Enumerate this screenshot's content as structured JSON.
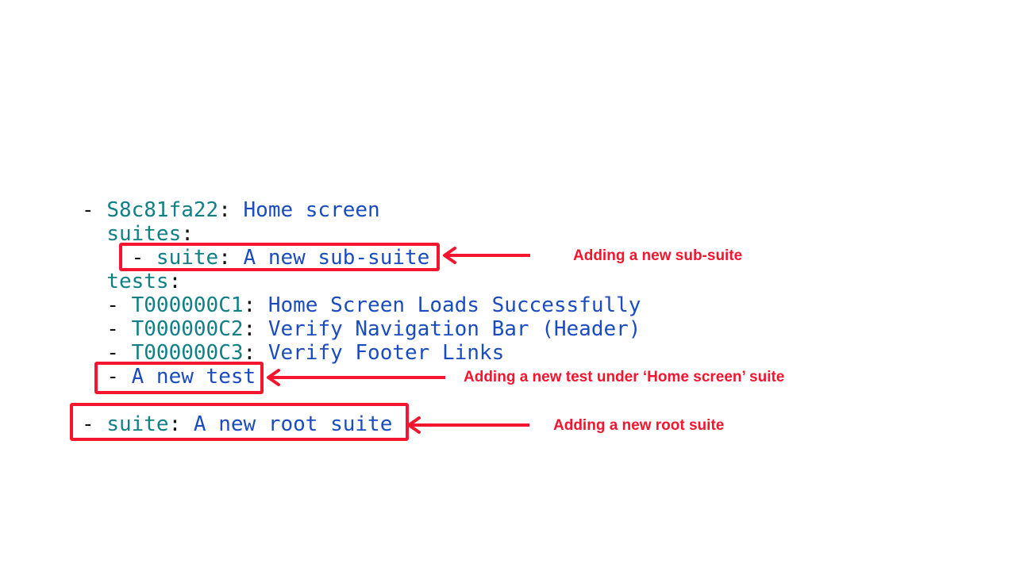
{
  "figure": {
    "background": "#ffffff"
  },
  "colors": {
    "yaml_key_teal": "#117f86",
    "yaml_value_blue": "#1b4cbf",
    "yaml_punctuation_black": "#111111",
    "annotation_red": "#f5152e"
  },
  "code": {
    "lines": [
      {
        "seg": [
          {
            "t": "- "
          },
          {
            "t": "S8c81fa22"
          },
          {
            "t": ": "
          },
          {
            "t": "Home screen"
          }
        ]
      },
      {
        "seg": [
          {
            "t": "  "
          },
          {
            "t": "suites"
          },
          {
            "t": ":"
          }
        ]
      },
      {
        "seg": [
          {
            "t": "    - "
          },
          {
            "t": "suite"
          },
          {
            "t": ": "
          },
          {
            "t": "A new sub-suite"
          }
        ]
      },
      {
        "seg": [
          {
            "t": "  "
          },
          {
            "t": "tests"
          },
          {
            "t": ":"
          }
        ]
      },
      {
        "seg": [
          {
            "t": "  - "
          },
          {
            "t": "T000000C1"
          },
          {
            "t": ": "
          },
          {
            "t": "Home Screen Loads Successfully"
          }
        ]
      },
      {
        "seg": [
          {
            "t": "  - "
          },
          {
            "t": "T000000C2"
          },
          {
            "t": ": "
          },
          {
            "t": "Verify Navigation Bar (Header)"
          }
        ]
      },
      {
        "seg": [
          {
            "t": "  - "
          },
          {
            "t": "T000000C3"
          },
          {
            "t": ": "
          },
          {
            "t": "Verify Footer Links"
          }
        ]
      },
      {
        "seg": [
          {
            "t": "  - "
          },
          {
            "t": "A new test"
          }
        ]
      },
      {
        "seg": []
      },
      {
        "seg": [
          {
            "t": "- "
          },
          {
            "t": "suite"
          },
          {
            "t": ": "
          },
          {
            "t": "A new root suite"
          }
        ]
      }
    ]
  },
  "annotations": [
    {
      "label": "Adding a new sub-suite"
    },
    {
      "label": "Adding a new test under ‘Home screen’ suite"
    },
    {
      "label": "Adding a new root suite"
    }
  ]
}
